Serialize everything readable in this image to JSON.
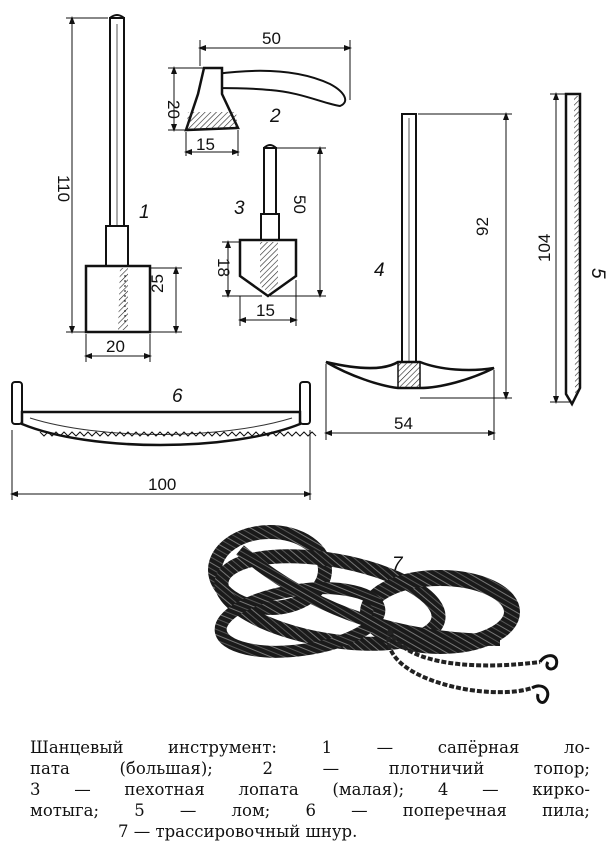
{
  "figure": {
    "dimension_labels": {
      "shovel_large_height": "110",
      "shovel_large_blade_height": "25",
      "shovel_large_blade_width": "20",
      "axe_length": "50",
      "axe_head_height": "20",
      "axe_head_width": "15",
      "shovel_small_height": "50",
      "shovel_small_blade_height": "18",
      "shovel_small_blade_width": "15",
      "pickaxe_height": "92",
      "pickaxe_width": "54",
      "crowbar_length": "104",
      "saw_length": "100"
    },
    "item_numbers": {
      "shovel_large": "1",
      "axe": "2",
      "shovel_small": "3",
      "pickaxe": "4",
      "crowbar": "5",
      "saw": "6",
      "cord": "7"
    }
  },
  "caption": {
    "lines": [
      "Шанцевый инструмент: 1 — сапёрная ло-",
      "пата (большая); 2 — плотничий топор;",
      "3 — пехотная лопата (малая); 4 — кирко-",
      "мотыга; 5 — лом; 6 — поперечная пила;",
      "7 — трассировочный шнур."
    ]
  }
}
